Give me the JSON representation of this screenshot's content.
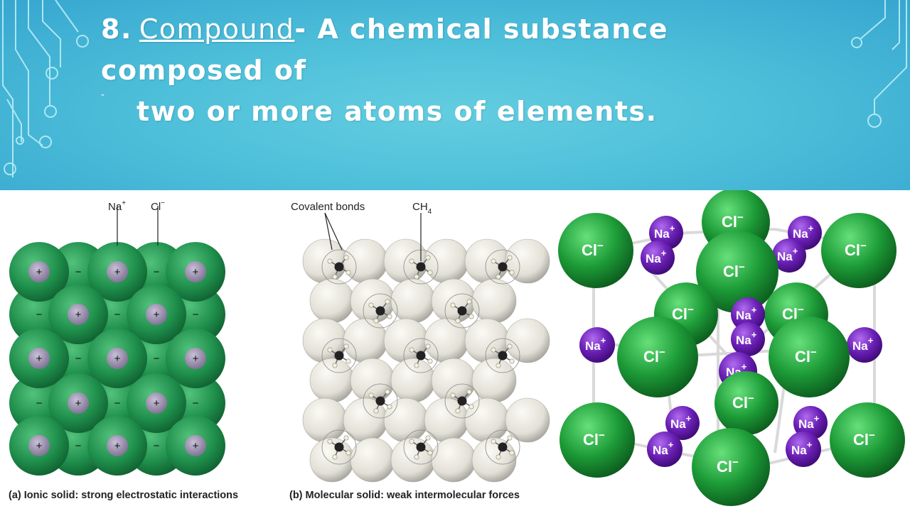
{
  "slide": {
    "number": "8.",
    "term": "Compound",
    "definition_line1": "-  A chemical substance composed of",
    "definition_line2": "two or more atoms of elements.",
    "bullet": "-"
  },
  "figure_a": {
    "label_na": "Na",
    "label_na_sup": "+",
    "label_cl": "Cl",
    "label_cl_sup": "−",
    "caption": "(a) Ionic solid: strong electrostatic interactions",
    "plus": "+",
    "minus": "−"
  },
  "figure_b": {
    "label_bonds": "Covalent bonds",
    "label_ch": "CH",
    "label_ch_sub": "4",
    "caption": "(b) Molecular solid: weak intermolecular forces"
  },
  "figure_c": {
    "cl_label": "Cl",
    "cl_sup": "−",
    "na_label": "Na",
    "na_sup": "+"
  },
  "colors": {
    "header": "#4fc0da",
    "chloride_green": "#1f9a3f",
    "sodium_purple": "#6a1fb5"
  }
}
